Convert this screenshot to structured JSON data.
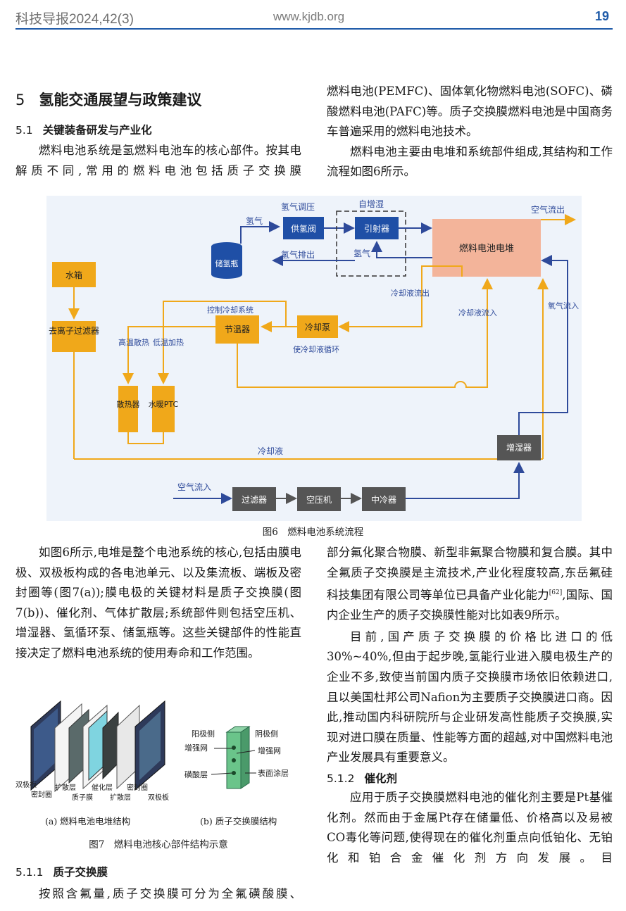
{
  "header": {
    "journal": "科技导报2024,42(3)",
    "url": "www.kjdb.org",
    "page_number": "19"
  },
  "section5": {
    "number": "5",
    "title": "氢能交通展望与政策建议"
  },
  "section51": {
    "number": "5.1",
    "title": "关键装备研发与产业化"
  },
  "left_top_para": "燃料电池系统是氢燃料电池车的核心部件。按其电解质不同,常用的燃料电池包括质子交换膜",
  "right_top_para1": "燃料电池(PEMFC)、固体氧化物燃料电池(SOFC)、磷酸燃料电池(PAFC)等。质子交换膜燃料电池是中国商务车普遍采用的燃料电池技术。",
  "right_top_para2": "燃料电池主要由电堆和系统部件组成,其结构和工作流程如图6所示。",
  "figure6": {
    "caption": "图6　燃料电池系统流程",
    "boxes": {
      "water_tank": "水箱",
      "deionizer": "去离子过滤器",
      "hydrogen_tank": "储氢瓶",
      "h2_supply_valve": "供氢阀",
      "ejector": "引射器",
      "stack": "燃料电池电堆",
      "thermostat": "节温器",
      "coolant_pump": "冷却泵",
      "radiator": "散热器",
      "ptc_heater": "水暖PTC",
      "humidifier": "增湿器",
      "filter": "过滤器",
      "compressor": "空压机",
      "intercooler": "中冷器"
    },
    "labels": {
      "hydrogen": "氢气",
      "h2_pressure_reg": "氢气调压",
      "self_humidify": "自增湿",
      "h2_exhaust": "氢气排出",
      "h2_recirc": "氢气",
      "air_out": "空气流出",
      "coolant_out": "冷却液流出",
      "coolant_in": "冷却液流入",
      "oxygen_in": "氧气流入",
      "control_cooling": "控制冷却系统",
      "coolant_circulation": "使冷却液循环",
      "high_temp": "高温散热",
      "low_temp": "低温加热",
      "coolant": "冷却液",
      "air_in": "空气流入"
    }
  },
  "left_mid_para": "如图6所示,电堆是整个电池系统的核心,包括由膜电极、双极板构成的各电池单元、以及集流板、端板及密封圈等(图7(a));膜电极的关键材料是质子交换膜(图7(b))、催化剂、气体扩散层;系统部件则包括空压机、增湿器、氢循环泵、储氢瓶等。这些关键部件的性能直接决定了燃料电池系统的使用寿命和工作范围。",
  "figure7": {
    "caption": "图7　燃料电池核心部件结构示意",
    "sub_a": "(a) 燃料电池电堆结构",
    "sub_b": "(b) 质子交换膜结构",
    "a_labels": {
      "bipolar_left": "双极板",
      "seal_left": "密封圈",
      "diffusion_top": "扩散层",
      "pem": "质子膜",
      "catalyst": "催化层",
      "diffusion_bottom": "扩散层",
      "seal_right": "密封圈",
      "bipolar_right": "双极板"
    },
    "b_labels": {
      "anode": "阳极侧",
      "cathode": "阴极侧",
      "mesh_left": "增强网",
      "mesh_right": "增强网",
      "sulfonic": "磺酸层",
      "coating": "表面涂层"
    }
  },
  "section511": {
    "number": "5.1.1",
    "title": "质子交换膜"
  },
  "left_bottom_para": "按照含氟量,质子交换膜可分为全氟磺酸膜、",
  "right_mid_para1_a": "部分氟化聚合物膜、新型非氟聚合物膜和复合膜。其中全氟质子交换膜是主流技术,产业化程度较高,东岳氟硅科技集团有限公司等单位已具备产业化能力",
  "right_mid_para1_ref": "[62]",
  "right_mid_para1_b": ",国际、国内企业生产的质子交换膜性能对比如表9所示。",
  "right_mid_para2": "目前,国产质子交换膜的价格比进口的低30%~40%,但由于起步晚,氢能行业进入膜电极生产的企业不多,致使当前国内质子交换膜市场依旧依赖进口,且以美国杜邦公司Nafion为主要质子交换膜进口商。因此,推动国内科研院所与企业研发高性能质子交换膜,实现对进口膜在质量、性能等方面的超越,对中国燃料电池产业发展具有重要意义。",
  "section512": {
    "number": "5.1.2",
    "title": "催化剂"
  },
  "right_bottom_para": "应用于质子交换膜燃料电池的催化剂主要是Pt基催化剂。然而由于金属Pt存在储量低、价格高以及易被CO毒化等问题,使得现在的催化剂重点向低铂化、无铂化和铂合金催化剂方向发展。目"
}
